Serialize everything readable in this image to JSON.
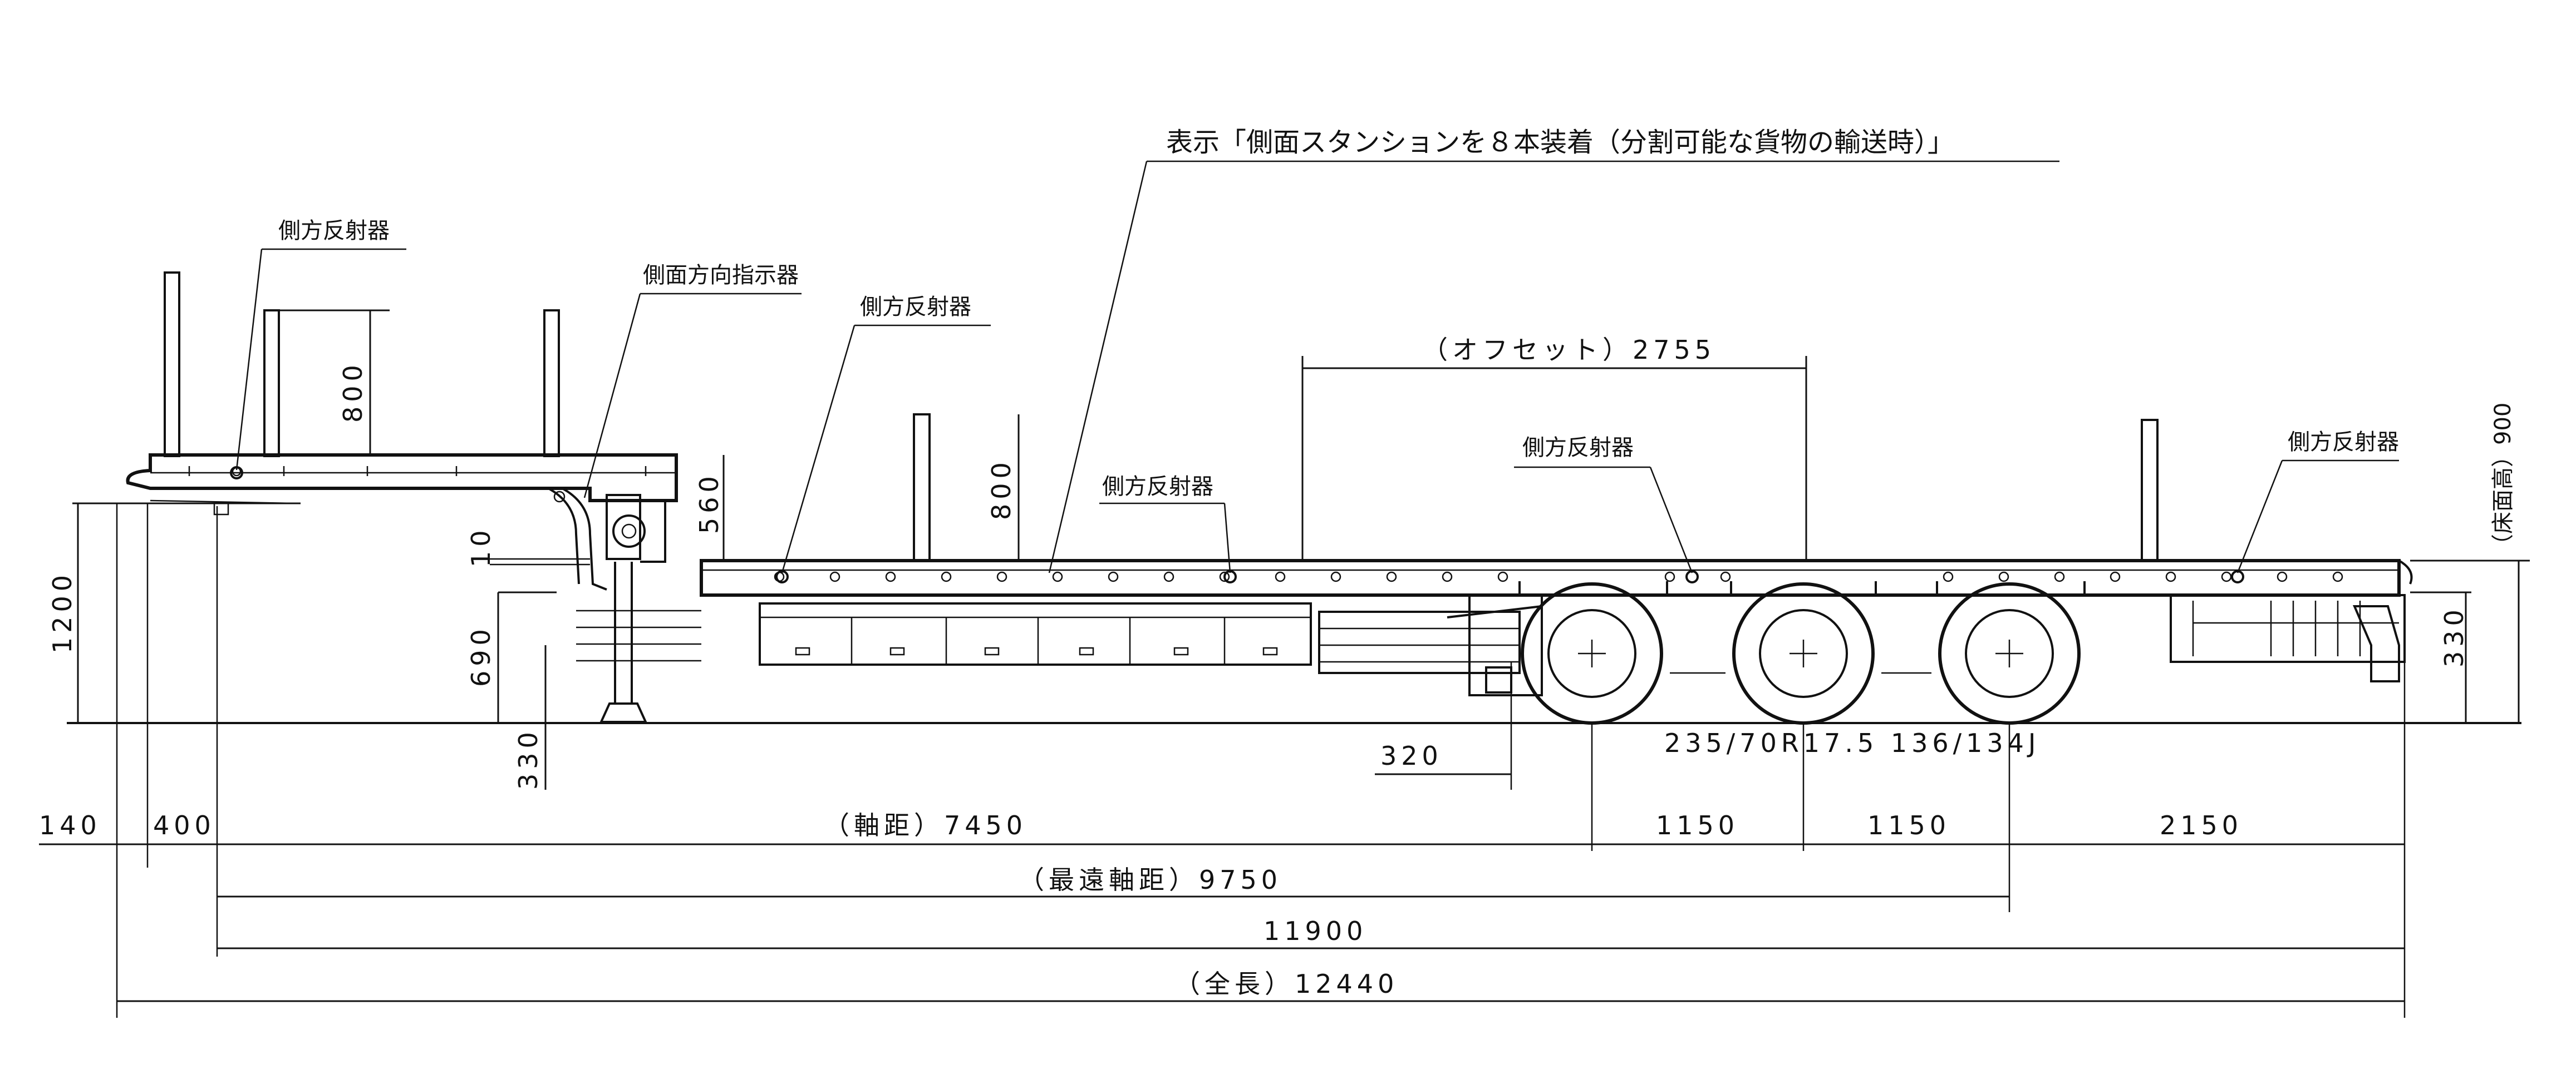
{
  "title_note": "表示「側面スタンションを８本装着（分割可能な貨物の輸送時）」",
  "labels": {
    "reflector_front": "側方反射器",
    "turn_signal": "側面方向指示器",
    "reflector_mid1": "側方反射器",
    "reflector_mid2": "側方反射器",
    "reflector_axle": "側方反射器",
    "reflector_rear": "側方反射器",
    "offset": "（オフセット）2755",
    "tire": "235/70R17.5 136/134J",
    "floor_height": "（床面高）900"
  },
  "dims": {
    "stanchion_front": "800",
    "stanchion_mid": "800",
    "gooseneck_height": "560",
    "step_10": "10",
    "coupler_height": "1200",
    "deck_690": "690",
    "ground_330": "330",
    "rear_330": "330",
    "d140": "140",
    "d400": "400",
    "wheelbase": "（軸距）7450",
    "axle1": "1150",
    "axle2": "1150",
    "rear_overhang": "2150",
    "d320": "320",
    "max_wheelbase": "（最遠軸距）9750",
    "body_length": "11900",
    "overall_length": "（全長）12440"
  }
}
